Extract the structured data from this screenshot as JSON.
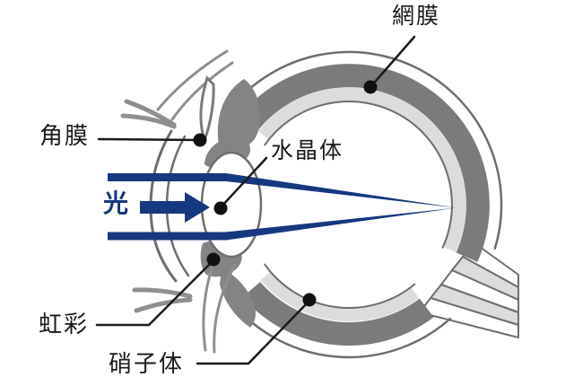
{
  "diagram": {
    "labels": {
      "retina": "網膜",
      "cornea": "角膜",
      "lens": "水晶体",
      "light": "光",
      "iris": "虹彩",
      "vitreous": "硝子体"
    },
    "colors": {
      "light_ray": "#16387f",
      "choroid_dark_gray": "#7b7b7b",
      "iris_gray": "#848484",
      "retina_light_gray": "#dcdcdc",
      "outline_gray": "#6e6e6e",
      "label_black": "#1a1a1a",
      "background": "#ffffff"
    }
  }
}
